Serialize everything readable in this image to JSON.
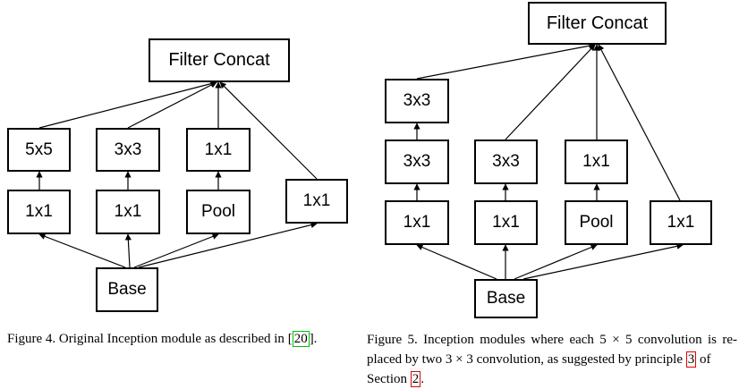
{
  "figure4": {
    "nodes": {
      "filter_concat": "Filter Concat",
      "conv5x5": "5x5",
      "conv3x3": "3x3",
      "top1x1": "1x1",
      "right1x1": "1x1",
      "reduce1x1_a": "1x1",
      "reduce1x1_b": "1x1",
      "pool": "Pool",
      "base": "Base"
    },
    "caption": {
      "before": "Figure 4. Original Inception module as described in ",
      "ref": "20",
      "after": "]."
    }
  },
  "figure5": {
    "nodes": {
      "filter_concat": "Filter Concat",
      "conv3x3_top": "3x3",
      "conv3x3_mid_a": "3x3",
      "conv3x3_mid_b": "3x3",
      "top1x1": "1x1",
      "reduce1x1_a": "1x1",
      "reduce1x1_b": "1x1",
      "pool": "Pool",
      "right1x1": "1x1",
      "base": "Base"
    },
    "caption": {
      "line1": "Figure 5. Inception modules where each 5 × 5 convolution is re-",
      "line2_before": "placed by two 3 × 3 convolution, as suggested by principle ",
      "line2_ref": "3",
      "line2_after": " of",
      "line3_before": "Section ",
      "line3_ref": "2",
      "line3_after": "."
    }
  }
}
